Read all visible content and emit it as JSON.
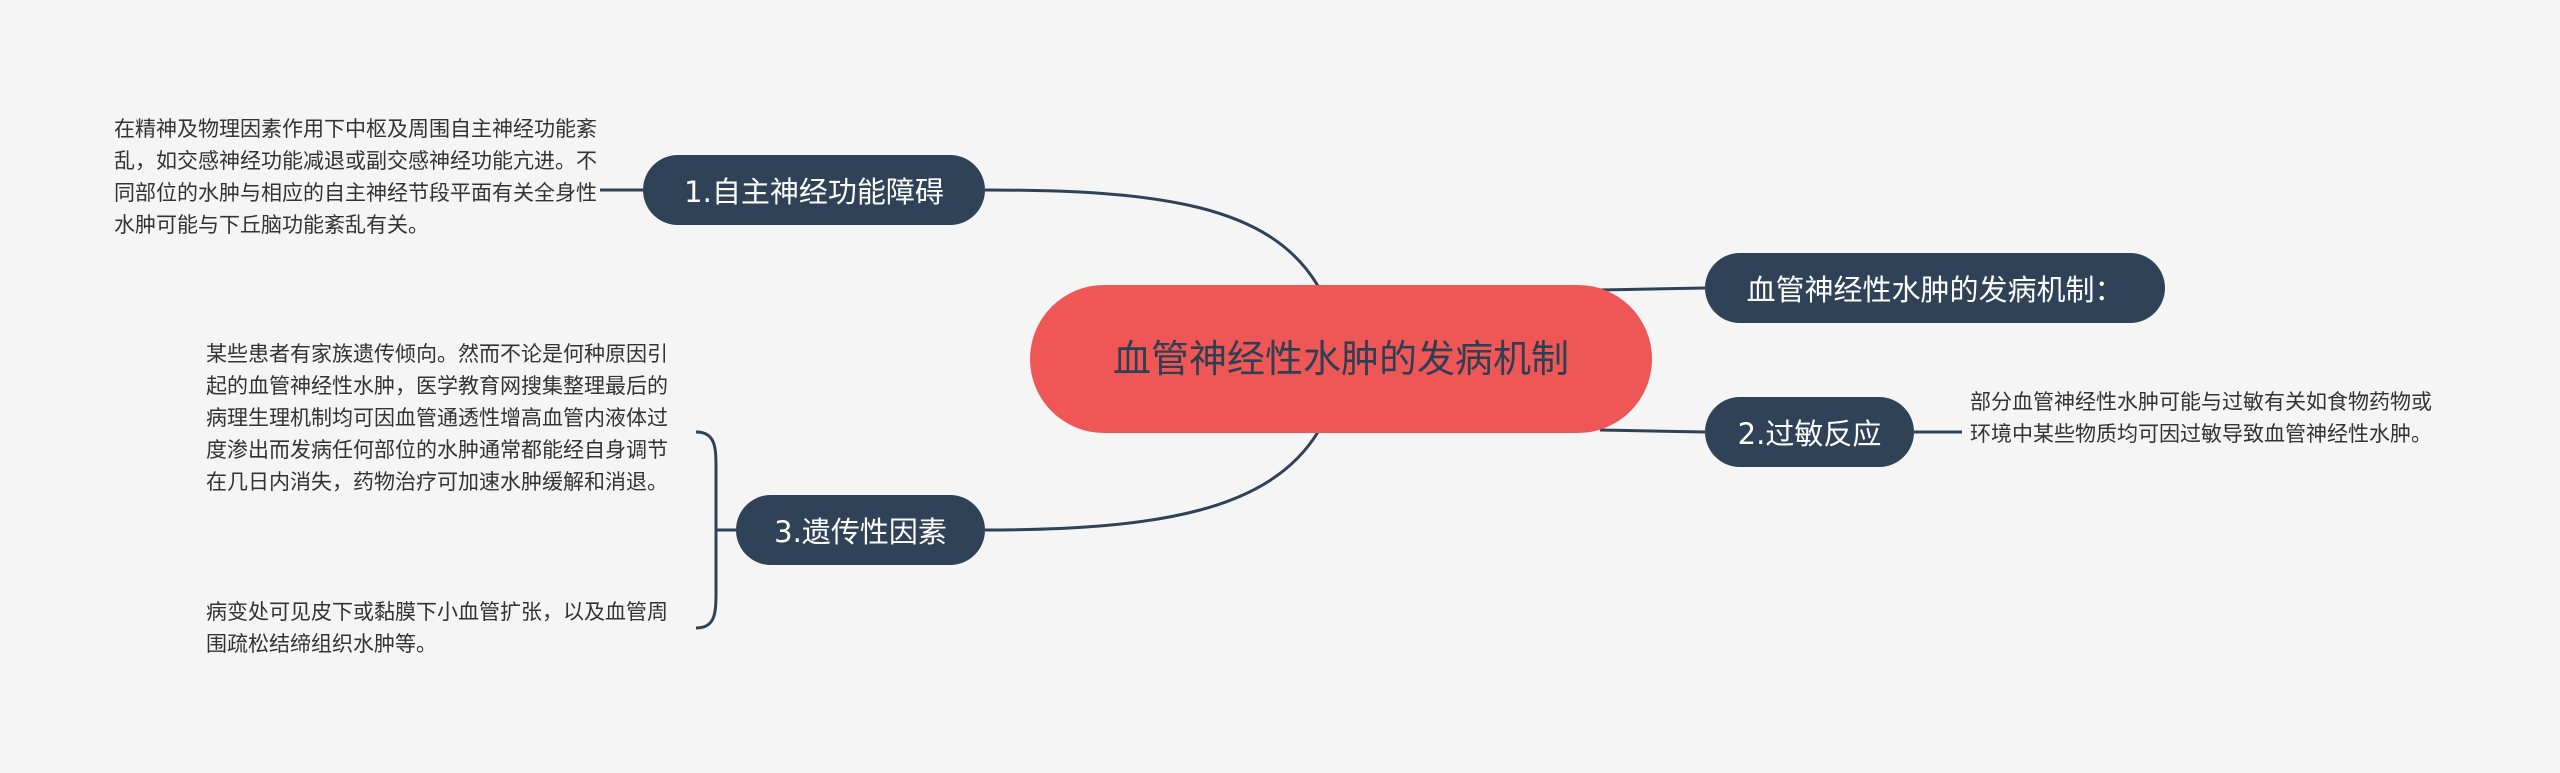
{
  "central_topic": "血管神经性水肿的发病机制",
  "topics": {
    "mechanism": "血管神经性水肿的发病机制：",
    "autonomic": "1.自主神经功能障碍",
    "allergy": "2.过敏反应",
    "genetic": "3.遗传性因素"
  },
  "notes": {
    "autonomic": "在精神及物理因素作用下中枢及周围自主神经功能紊乱，如交感神经功能减退或副交感神经功能亢进。不同部位的水肿与相应的自主神经节段平面有关全身性水肿可能与下丘脑功能紊乱有关。",
    "allergy": "部分血管神经性水肿可能与过敏有关如食物药物或环境中某些物质均可因过敏导致血管神经性水肿。",
    "genetic_1": "某些患者有家族遗传倾向。然而不论是何种原因引起的血管神经性水肿，医学教育网搜集整理最后的病理生理机制均可因血管通透性增高血管内液体过度渗出而发病任何部位的水肿通常都能经自身调节在几日内消失，药物治疗可加速水肿缓解和消退。",
    "genetic_2": "病变处可见皮下或黏膜下小血管扩张，以及血管周围疏松结缔组织水肿等。"
  },
  "colors": {
    "background": "#f5f5f5",
    "central_fill": "#ef5656",
    "topic_fill": "#2f4257",
    "connector": "#2f4257"
  }
}
